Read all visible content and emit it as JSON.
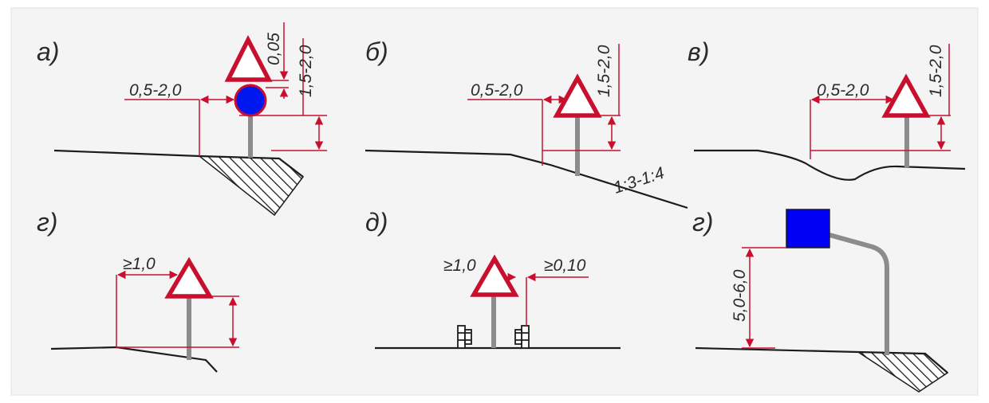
{
  "panels": [
    {
      "id": "a",
      "label": "а)",
      "dims": {
        "offset": "0,5-2,0",
        "gap": "0,05",
        "height": "1,5-2,0"
      }
    },
    {
      "id": "b",
      "label": "б)",
      "dims": {
        "offset": "0,5-2,0",
        "height": "1,5-2,0",
        "slope": "1:3-1:4"
      }
    },
    {
      "id": "v",
      "label": "в)",
      "dims": {
        "offset": "0,5-2,0",
        "height": "1,5-2,0"
      }
    },
    {
      "id": "g1",
      "label": "г)",
      "dims": {
        "offset": "≥1,0"
      }
    },
    {
      "id": "d",
      "label": "д)",
      "dims": {
        "offset": "≥1,0",
        "offset2": "≥0,10"
      }
    },
    {
      "id": "g2",
      "label": "г)",
      "dims": {
        "height": "5,0-6,0"
      }
    }
  ],
  "colors": {
    "background": "#f4f4f4",
    "dimension_lines": "#c8102e",
    "sign_border": "#c8102e",
    "sign_fill": "#ffffff",
    "round_sign": "#0018f0",
    "square_sign": "#0000f5",
    "post": "#8c8c8c",
    "ground": "#1c1c1c"
  }
}
